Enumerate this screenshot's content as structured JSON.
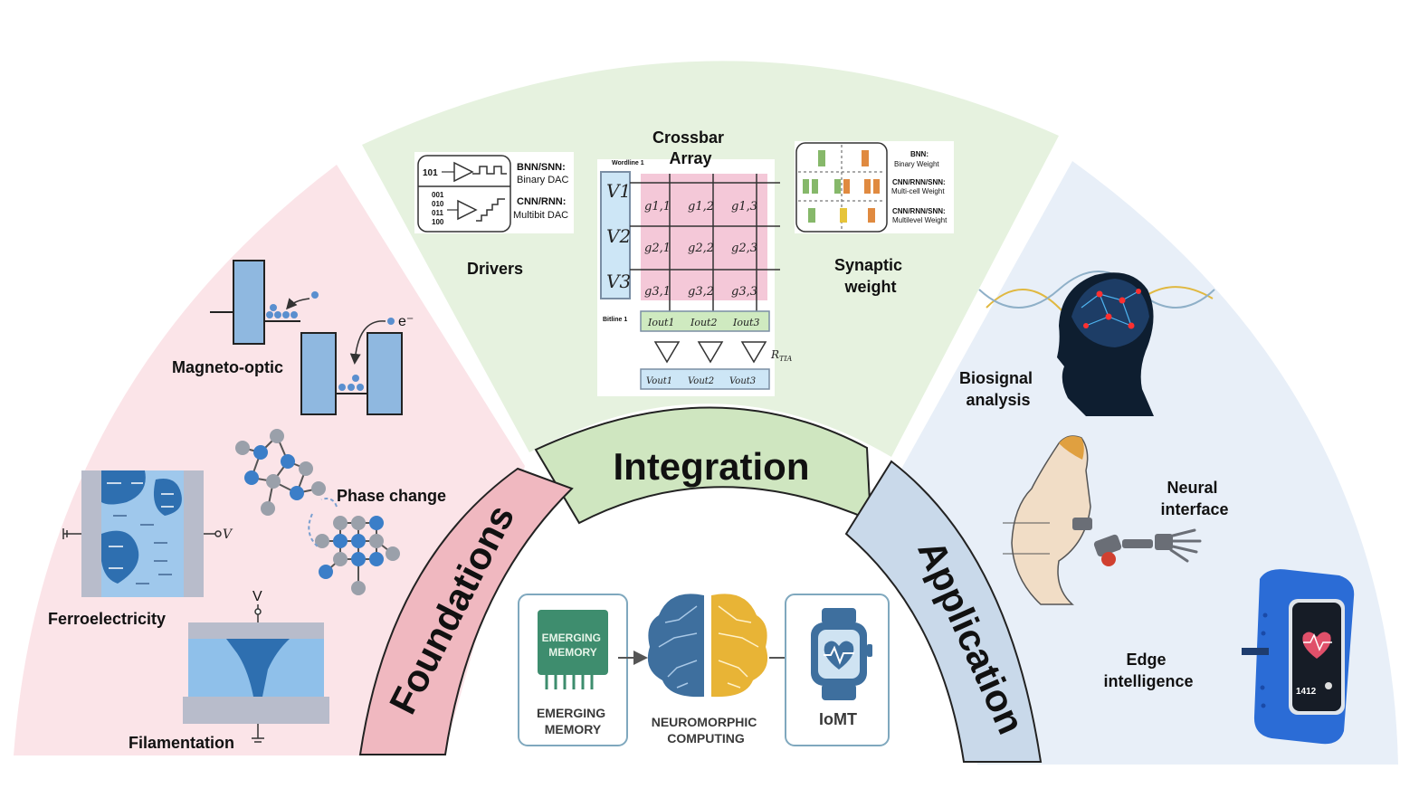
{
  "central": {
    "integration": "Integration",
    "foundations": "Foundations",
    "application": "Application"
  },
  "foundations": {
    "magneto_optic": "Magneto-optic",
    "electron": "e⁻",
    "phase_change": "Phase change",
    "ferroelectricity": "Ferroelectricity",
    "ferro_v": "V",
    "filamentation": "Filamentation",
    "fil_v": "V"
  },
  "integration": {
    "crossbar_title_1": "Crossbar",
    "crossbar_title_2": "Array",
    "drivers": "Drivers",
    "synaptic_1": "Synaptic",
    "synaptic_2": "weight",
    "wordline": "Wordline 1",
    "bitline": "Bitline 1",
    "rtia": "R",
    "rtia_sub": "TIA",
    "dac": {
      "binary_in": "101",
      "binary_title": "BNN/SNN:",
      "binary_desc": "Binary DAC",
      "multi_in": [
        "001",
        "010",
        "011",
        "100"
      ],
      "multi_title": "CNN/RNN:",
      "multi_desc": "Multibit DAC"
    },
    "weights": {
      "w1_title": "BNN:",
      "w1_desc": "Binary Weight",
      "w2_title": "CNN/RNN/SNN:",
      "w2_desc": "Multi-cell Weight",
      "w3_title": "CNN/RNN/SNN:",
      "w3_desc": "Multilevel Weight"
    },
    "voltages": [
      "V1",
      "V2",
      "V3"
    ],
    "conductances": [
      "g1,1",
      "g1,2",
      "g1,3",
      "g2,1",
      "g2,2",
      "g2,3",
      "g3,1",
      "g3,2",
      "g3,3"
    ],
    "iouts": [
      "Iout1",
      "Iout2",
      "Iout3"
    ],
    "vouts": [
      "Vout1",
      "Vout2",
      "Vout3"
    ]
  },
  "application": {
    "biosignal_1": "Biosignal",
    "biosignal_2": "analysis",
    "neural_1": "Neural",
    "neural_2": "interface",
    "edge_1": "Edge",
    "edge_2": "intelligence",
    "watch_value": "1412"
  },
  "flow": {
    "chip_1": "EMERGING",
    "chip_2": "MEMORY",
    "box1_1": "EMERGING",
    "box1_2": "MEMORY",
    "box2_1": "NEUROMORPHIC",
    "box2_2": "COMPUTING",
    "box3": "IoMT"
  },
  "colors": {
    "foundations_bg": "#fbe4e8",
    "integration_bg": "#e6f2df",
    "application_bg": "#e8eff8",
    "foundations_band": "#f0b8c0",
    "integration_band": "#cfe6c0",
    "application_band": "#c9d9ea",
    "device_blue": "#8fb8e0"
  }
}
